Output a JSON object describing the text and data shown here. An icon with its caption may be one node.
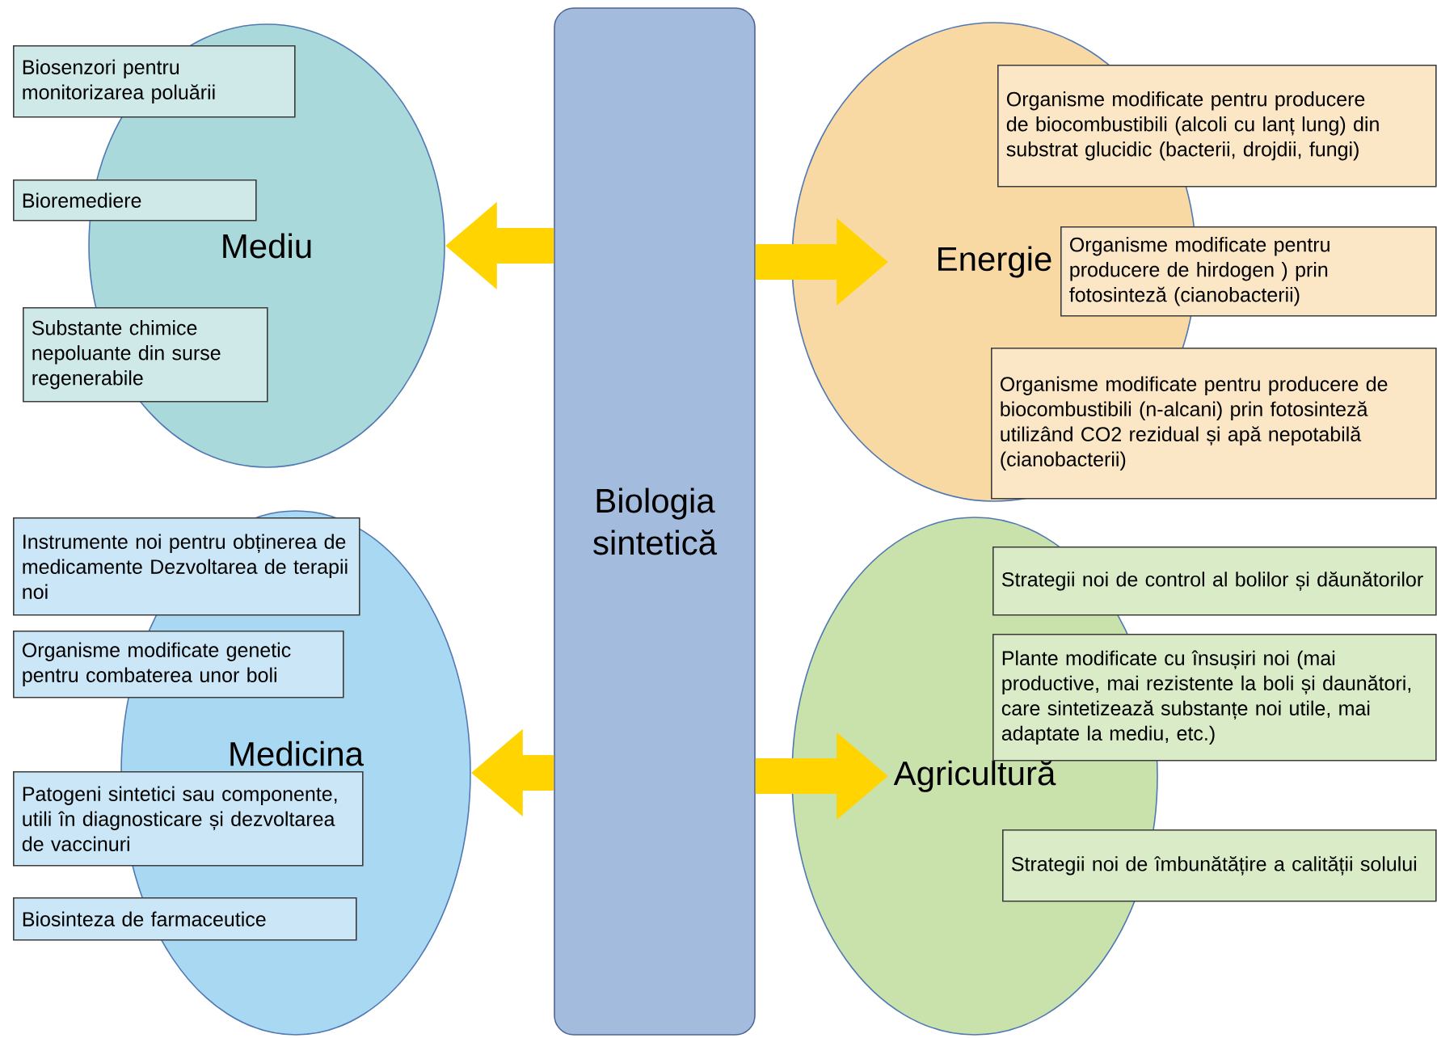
{
  "diagram": {
    "nodes": [
      {
        "text": [
          "Mediu"
        ]
      },
      {
        "text": [
          "Biosenzori pentru monitorizarea poluării"
        ]
      },
      {
        "text": [
          "Bioremediere"
        ]
      },
      {
        "text": [
          "Substante chimice nepoluante din surse regenerabile"
        ]
      },
      {
        "text": [
          "Biologia sintetică"
        ]
      },
      {
        "text": [
          "Energie"
        ]
      },
      {
        "text": [
          "Organisme modificate pentru producere de biocombustibili (alcoli cu lanț lung) din substrat glucidic (bacterii, drojdii, fungi)"
        ]
      },
      {
        "text": [
          "Organisme modificate pentru producere de hirdogen ) prin fotosinteză (cianobacterii)"
        ]
      },
      {
        "text": [
          "Organisme modificate pentru producere de biocombustibili (n-alcani) prin fotosinteză utilizând CO2 rezidual și apă nepotabilă (cianobacterii)"
        ]
      },
      {
        "text": [
          "Medicina"
        ]
      },
      {
        "text": [
          "Instrumente noi pentru obținerea de medicamente Dezvoltarea de terapii noi"
        ]
      },
      {
        "text": [
          "Organisme modificate genetic pentru combaterea unor boli"
        ]
      },
      {
        "text": [
          "Patogeni sintetici sau componente, utili în diagnosticare și dezvoltarea de vaccinuri"
        ]
      },
      {
        "text": [
          "Biosinteza de farmaceutice"
        ]
      },
      {
        "text": [
          "Agricultură"
        ]
      },
      {
        "text": [
          "Strategii noi de control al bolilor și dăunătorilor"
        ]
      },
      {
        "text": [
          "Plante modificate cu însușiri noi (mai productive, mai rezistente la boli și daunători, care sintetizează substanțe noi utile, mai adaptate la mediu, etc.)"
        ]
      },
      {
        "text": [
          "Strategii noi de îmbunătățire a calității solului"
        ]
      }
    ],
    "edges": [
      {
        "from": 4,
        "to": 0,
        "arrow": "to"
      },
      {
        "from": 4,
        "to": 5,
        "arrow": "to"
      },
      {
        "from": 4,
        "to": 9,
        "arrow": "to"
      },
      {
        "from": 4,
        "to": 14,
        "arrow": "to"
      }
    ]
  }
}
